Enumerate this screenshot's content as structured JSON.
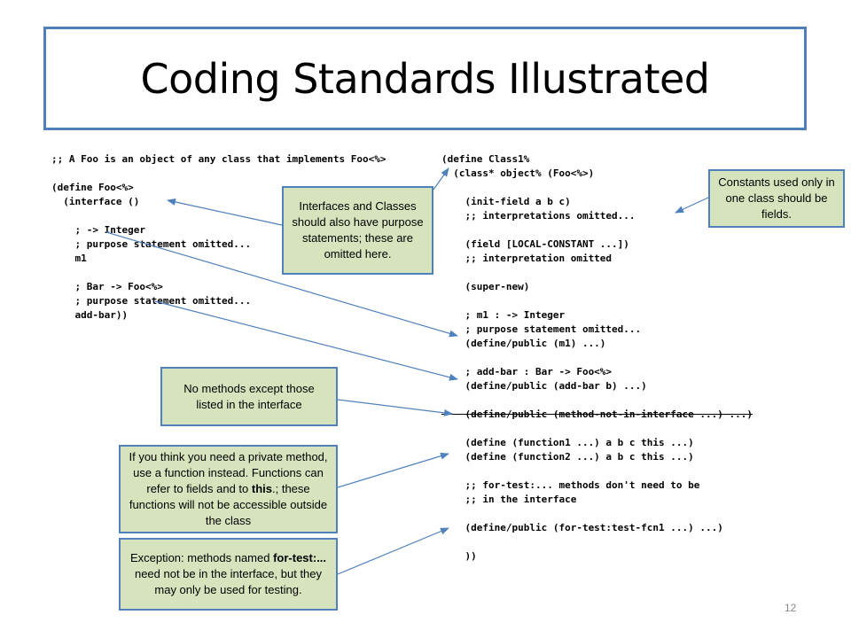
{
  "slide": {
    "title": "Coding Standards Illustrated",
    "number": "12"
  },
  "left_code": [
    ";; A Foo is an object of any class that implements Foo<%>",
    "",
    "(define Foo<%>",
    "  (interface ()",
    "",
    "    ; -> Integer",
    "    ; purpose statement omitted...",
    "    m1",
    "",
    "    ; Bar -> Foo<%>",
    "    ; purpose statement omitted...",
    "    add-bar))"
  ],
  "right_code": {
    "before_strike": [
      "(define Class1%",
      "  (class* object% (Foo<%>)",
      "",
      "    (init-field a b c)",
      "    ;; interpretations omitted...",
      "",
      "    (field [LOCAL-CONSTANT ...])",
      "    ;; interpretation omitted",
      "",
      "    (super-new)",
      "",
      "    ; m1 : -> Integer",
      "    ; purpose statement omitted...",
      "    (define/public (m1) ...)",
      "",
      "    ; add-bar : Bar -> Foo<%>",
      "    (define/public (add-bar b) ...)",
      ""
    ],
    "strike_line": "    (define/public (method-not-in-interface ...) ...)",
    "after_strike": [
      "",
      "    (define (function1 ...) a b c this ...)",
      "    (define (function2 ...) a b c this ...)",
      "",
      "    ;; for-test:... methods don't need to be",
      "    ;; in the interface",
      "",
      "    (define/public (for-test:test-fcn1 ...) ...)",
      "",
      "    ))"
    ]
  },
  "notes": {
    "interfaces": "Interfaces and Classes should also have purpose statements; these are omitted here.",
    "constants": "Constants used only in one class should be fields.",
    "no_methods": "No methods except those listed in the interface",
    "private_pre": "If you think you need a private method, use a function instead. Functions can refer to fields and to ",
    "private_bold": "this",
    "private_post": ".; these functions will not be accessible outside the class",
    "exception_pre": "Exception: methods named ",
    "exception_bold": "for-test:...",
    "exception_post": " need not be in the interface, but they may only be used for testing."
  },
  "colors": {
    "note_fill": "#d6e3bc",
    "note_border": "#4f81bd",
    "arrow": "#4f81bd",
    "title_border": "#4f7fb8"
  }
}
